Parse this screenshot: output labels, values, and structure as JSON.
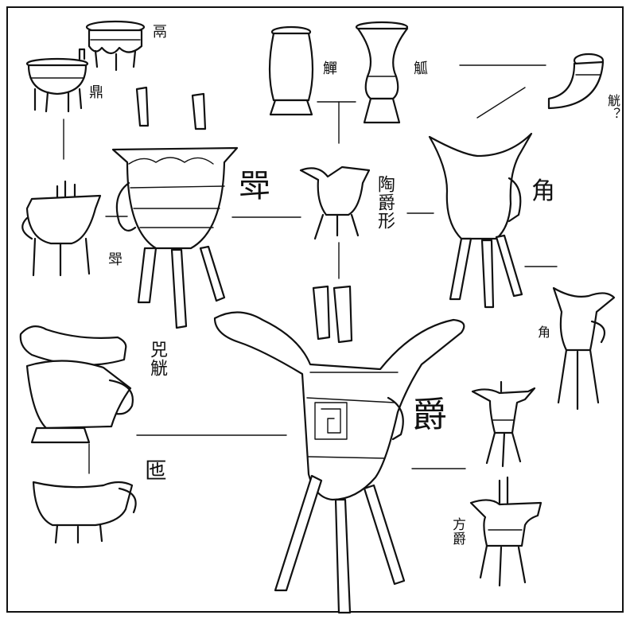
{
  "labels": {
    "li": "鬲",
    "ding": "鼎",
    "zhi": "觶",
    "gu": "觚",
    "gong_question": "觥？",
    "jia_large": "斝",
    "tao_jue_xing": "陶爵形",
    "jiao_large": "角",
    "jia_small": "斝",
    "si_gong": "兕觥",
    "jiao_small": "角",
    "jue": "爵",
    "yi": "匜",
    "fang_jue": "方爵"
  },
  "colors": {
    "ink": "#111111",
    "paper": "#ffffff"
  }
}
